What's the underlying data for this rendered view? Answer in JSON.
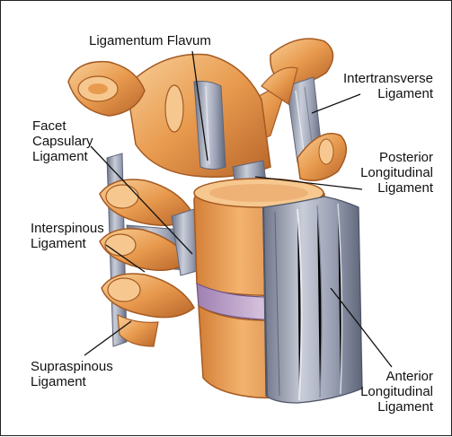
{
  "labels": {
    "ligamentum_flavum": [
      "Ligamentum Flavum"
    ],
    "intertransverse": [
      "Intertransverse",
      "Ligament"
    ],
    "facet_capsulary": [
      "Facet",
      "Capsulary",
      "Ligament"
    ],
    "posterior_longitudinal": [
      "Posterior",
      "Longitudinal",
      "Ligament"
    ],
    "interspinous": [
      "Interspinous",
      "Ligament"
    ],
    "supraspinous": [
      "Supraspinous",
      "Ligament"
    ],
    "anterior_longitudinal": [
      "Anterior",
      "Longitudinal",
      "Ligament"
    ]
  },
  "colors": {
    "bone": "#e89a4e",
    "bone_light": "#f6c88f",
    "bone_dark": "#b8652a",
    "ligament": "#8f95a8",
    "ligament_light": "#c7cbd8",
    "disc": "#b79cc4",
    "leader": "#111111"
  }
}
